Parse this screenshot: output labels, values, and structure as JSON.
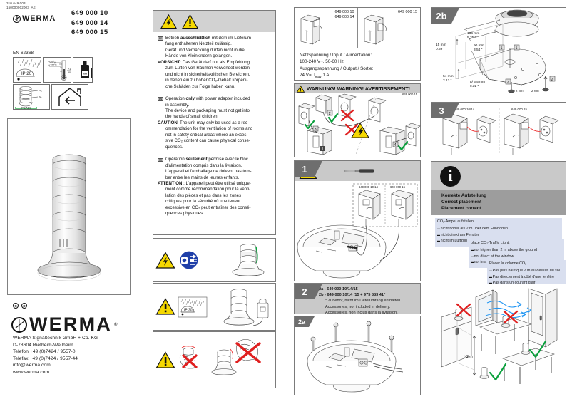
{
  "document": {
    "code_line1": "310.649.003",
    "code_line2": "150000002003_AE"
  },
  "brand": {
    "name": "WERMA",
    "registered": "®",
    "company": "WERMA Signaltechnik GmbH + Co. KG",
    "address": "D-78604 Rietheim-Weilheim",
    "phone": "Telefon +49 (0)7424 / 9557-0",
    "fax": "Telefax +49 (0)7424 / 9557-44",
    "email": "info@werma.com",
    "web": "www.werma.com",
    "cert_marks": [
      "C",
      "D"
    ]
  },
  "part_numbers": {
    "line1": "649 000 10",
    "line2": "649 000 14",
    "line3": "649 000 15"
  },
  "standard": {
    "label": "EN 62368",
    "pictograms": [
      {
        "name": "ip20-protection",
        "text": "IP 20"
      },
      {
        "name": "temperature-range",
        "text": "+50°C / +10°C"
      },
      {
        "name": "cleaning-agents",
        "text": ""
      },
      {
        "name": "material-pc-abs",
        "text": "PC/ABS"
      },
      {
        "name": "indoor-use",
        "text": ""
      }
    ]
  },
  "warnings": {
    "de": {
      "flag": "DE",
      "lines": [
        "Betrieb ausschließlich mit dem im Lieferum-",
        "fang enthaltenen Netzteil zulässig.",
        "Gerät und Verpackung dürfen nicht in die",
        "Hände von Kleinkindern gelangen."
      ],
      "caution_label": "VORSICHT",
      "caution_lines": [
        ": Das Gerät darf nur als Empfehlung",
        "zum Lüften von Räumen verwendet werden",
        "und nicht in sicherheitskritischen Bereichen,",
        "in denen ein zu hoher CO₂-Gehalt körperli-",
        "che Schäden zur Folge haben kann."
      ],
      "bold_word": "ausschließlich"
    },
    "en": {
      "flag": "EN",
      "lines": [
        "Operation only with power adapter included",
        "in assembly.",
        "The device and packaging must not get into",
        "the hands of small children."
      ],
      "caution_label": "CAUTION",
      "caution_lines": [
        ": The unit may only be used as a rec-",
        "ommendation for the ventilation of rooms and",
        "not in safety-critical areas where an exces-",
        "sive CO₂ content can cause physical conse-",
        "quences."
      ],
      "bold_word": "only"
    },
    "fr": {
      "flag": "FR",
      "lines": [
        "Opération seulement permise avec le bloc",
        "d'alimentation compris dans la livraison.",
        "L'appareil et l'emballage ne doivent pas tom-",
        "ber entre les mains de jeunes enfants."
      ],
      "caution_label": "ATTENTION",
      "caution_lines": [
        " : L'appareil peut être utilisé unique-",
        "ment comme recommandation pour la venti-",
        "lation des pièces et pas dans les zones",
        "critiques pour la sécurité où une teneur",
        "excessive en CO₂ peut entraîner des consé-",
        "quences physiques."
      ],
      "bold_word": "seulement"
    }
  },
  "electrical": {
    "adapter_left_labels": [
      "649 000 10",
      "649 000 14"
    ],
    "adapter_right_label": "649 000 15",
    "input_label": "Netzspannung / Input / Alimentation:",
    "input_value": "100-240 V~, 50-60 Hz",
    "output_label": "Ausgangsspannung / Output / Sortie:",
    "output_value": "24 V=, I max 1 A",
    "output_value_pre": "24 V=, I",
    "output_value_sub": "max",
    "output_value_post": " 1 A"
  },
  "warning_panel": {
    "title": "WARNUNG! WARNING! AVERTISSEMENT!",
    "part_no": "649 000 15",
    "markers": [
      "1",
      "2",
      "3",
      "4"
    ]
  },
  "steps": {
    "step1": {
      "number": "1",
      "label_left": "649 000 10/14",
      "label_right": "649 000 15"
    },
    "step2": {
      "number": "2",
      "variant_a": "2a - 649 000 10/14/15",
      "variant_b": "2b - 649 000 10/14 /15 + 975 883 41*",
      "note_de": "* Zubehör, nicht im Lieferumfang enthalten.",
      "note_en": "Accessories, not included in delivery.",
      "note_fr": "Accessoires, non inclus dans la livraison.",
      "sub_label": "2a"
    },
    "step2b": {
      "number": "2b",
      "dims": [
        {
          "name": "width",
          "mm": "136 mm",
          "inch": "5.35 \""
        },
        {
          "name": "hole-spacing",
          "mm": "90 mm",
          "inch": "3.54 \""
        },
        {
          "name": "edge-offset",
          "mm": "15 mm",
          "inch": "0.59 \""
        },
        {
          "name": "depth",
          "mm": "54 mm",
          "inch": "2.13 \""
        },
        {
          "name": "hole-diameter",
          "mm": "Ø 5,5 mm",
          "inch": "0.22 \""
        }
      ],
      "torque_left": "2 Nm",
      "torque_right": "2 Nm",
      "markers": [
        "1",
        "2"
      ]
    },
    "step3": {
      "number": "3",
      "label_left": "649 000 10/14",
      "label_right": "649 000 15"
    }
  },
  "placement": {
    "icon": "info-icon",
    "title_de": "Korrekte Aufstellung",
    "title_en": "Correct placement",
    "title_fr": "Placement correct",
    "de": {
      "heading": "CO₂-Ampel aufstellen:",
      "items": [
        "nicht höher als 2 m über dem Fußboden",
        "nicht direkt am Fenster",
        "nicht im Luftzug"
      ]
    },
    "en": {
      "heading": "place CO₂-Traffic Light:",
      "items": [
        "not higher than 2 m above the ground",
        "not direct at the window",
        "not in a draft"
      ]
    },
    "fr": {
      "heading": "Placer la colonne CO₂ :",
      "items": [
        "Pas plus haut que 2 m au-dessus du sol",
        "Pas directement à côté d'une fenêtre",
        "Pas dans un courant d'air"
      ]
    },
    "height_marker": ">2 m"
  },
  "colors": {
    "warning_yellow": "#f5d800",
    "gray_header": "#c9c9c9",
    "step_gray": "#6e6e6e",
    "red_cross": "#e02020",
    "green_check": "#0aa03c",
    "airflow_blue": "#2196f3",
    "list_background": "#d9dfef"
  }
}
